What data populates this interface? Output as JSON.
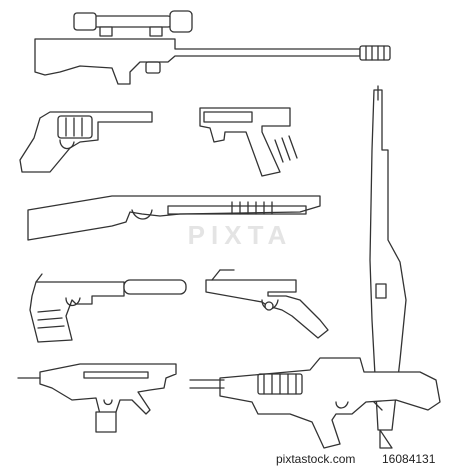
{
  "watermark": {
    "text": "PIXTA"
  },
  "footer": {
    "site": "pixtastock.com",
    "id": "16084131"
  },
  "icons": [
    "sniper-rifle-icon",
    "revolver-icon",
    "pistol-icon",
    "vertical-rifle-icon",
    "shotgun-icon",
    "silenced-pistol-icon",
    "target-pistol-icon",
    "submachine-gun-icon",
    "assault-rifle-icon"
  ],
  "colors": {
    "outline": "#333333",
    "background": "#ffffff",
    "watermark": "#cfcfcf"
  }
}
